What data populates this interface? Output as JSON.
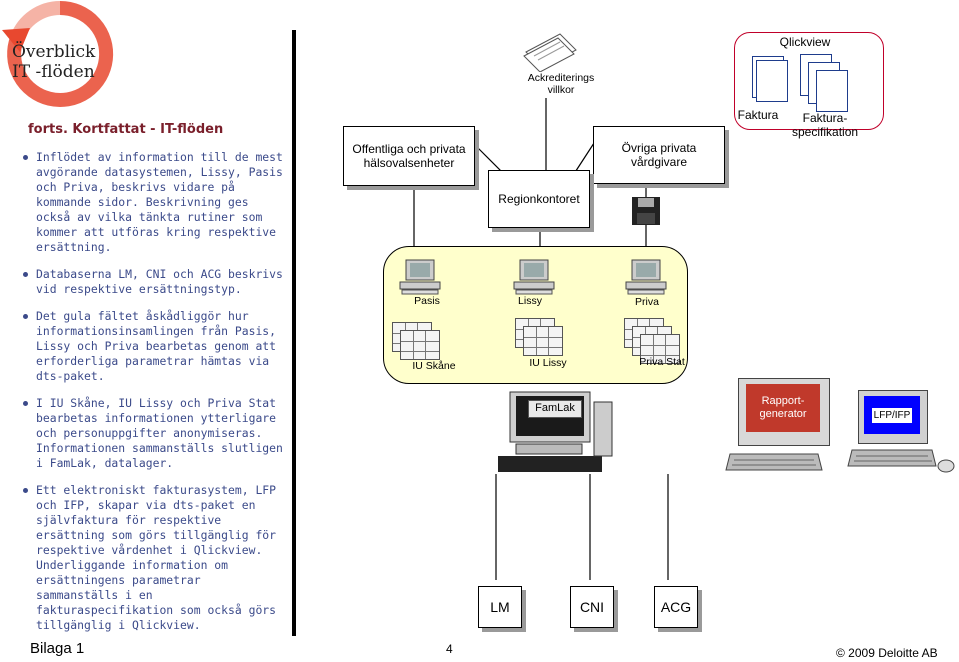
{
  "logo": {
    "line1": "Överblick",
    "line2": "IT -flöden"
  },
  "title": "forts. Kortfattat - IT-flöden",
  "bullets": [
    "Inflödet av information till de mest avgörande datasystemen, Lissy, Pasis och Priva, beskrivs vidare på kommande sidor. Beskrivning ges också av vilka tänkta rutiner som kommer att utföras kring respektive ersättning.",
    "Databaserna LM, CNI och ACG beskrivs vid respektive ersättningstyp.",
    "Det gula fältet åskådliggör hur informationsinsamlingen från Pasis, Lissy och Priva bearbetas genom att erforderliga parametrar hämtas via dts-paket.",
    "I IU Skåne, IU Lissy och Priva Stat bearbetas informationen ytterligare och personuppgifter anonymiseras. Informationen sammanställs slutligen i FamLak, datalager.",
    "Ett elektroniskt fakturasystem, LFP och IFP, skapar via dts-paket en självfaktura för respektive ersättning som görs tillgänglig för respektive vårdenhet i Qlickview. Underliggande information om ersättningens parametrar sammanställs i en fakturaspecifikation som också görs tillgänglig i Qlickview."
  ],
  "diagram": {
    "offentliga": "Offentliga och privata hälsovalsenheter",
    "ovriga": "Övriga privata vårdgivare",
    "regionkontoret": "Regionkontoret",
    "ackreditering": "Ackrediterings villkor",
    "qlickview": "Qlickview",
    "faktura": "Faktura",
    "fakturaspec": "Faktura-specifikation",
    "pasis": "Pasis",
    "lissy": "Lissy",
    "priva": "Priva",
    "iu_skane": "IU Skåne",
    "iu_lissy": "IU Lissy",
    "priva_stat": "Priva Stat",
    "famlak": "FamLak",
    "rapport": "Rapport-generator",
    "lfp_ifp": "LFP/IFP",
    "lm": "LM",
    "cni": "CNI",
    "acg": "ACG"
  },
  "footer": {
    "left": "Bilaga 1",
    "page": "4",
    "right": "© 2009 Deloitte AB"
  },
  "colors": {
    "yellow_field": "#ffffcc",
    "title": "#7a1f2b",
    "bullet_text": "#3b4a8a",
    "arrow_logo": "#e8482f",
    "blue_border": "#1e3c8c"
  }
}
